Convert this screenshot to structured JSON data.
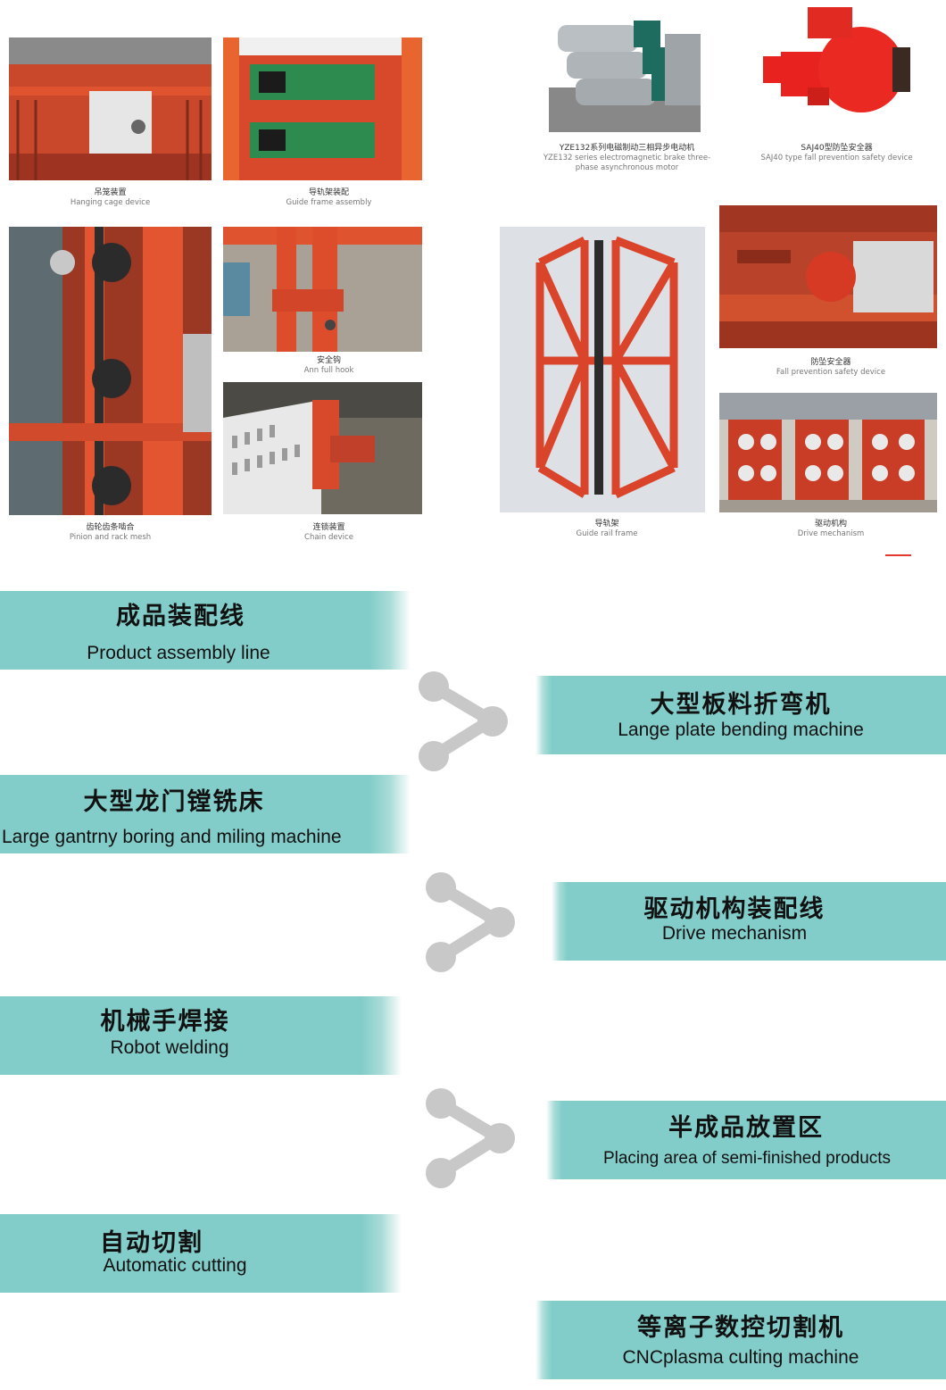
{
  "photos": [
    {
      "cn": "吊笼装置",
      "en": "Hanging cage device"
    },
    {
      "cn": "导轨架装配",
      "en": "Guide frame assembly"
    },
    {
      "cn": "安全钩",
      "en": "Ann full hook"
    },
    {
      "cn": "齿轮齿条啮合",
      "en": "Pinion and rack mesh"
    },
    {
      "cn": "连锁装置",
      "en": "Chain device"
    },
    {
      "cn": "YZE132系列电磁制动三相异步电动机",
      "en": "YZE132 series electromagnetic brake three-phase asynchronous motor"
    },
    {
      "cn": "SAJ40型防坠安全器",
      "en": "SAJ40 type fall prevention safety device"
    },
    {
      "cn": "导轨架",
      "en": "Guide rail frame"
    },
    {
      "cn": "防坠安全器",
      "en": "Fall prevention safety device"
    },
    {
      "cn": "驱动机构",
      "en": "Drive mechanism"
    }
  ],
  "process": [
    {
      "cn": "成品装配线",
      "en": "Product assembly line"
    },
    {
      "cn": "大型板料折弯机",
      "en": "Lange plate bending machine"
    },
    {
      "cn": "大型龙门镗铣床",
      "en": "Large gantrny boring and miling machine"
    },
    {
      "cn": "驱动机构装配线",
      "en": "Drive mechanism"
    },
    {
      "cn": "机械手焊接",
      "en": "Robot welding"
    },
    {
      "cn": "半成品放置区",
      "en": "Placing area of semi-finished products"
    },
    {
      "cn": "自动切割",
      "en": "Automatic cutting"
    },
    {
      "cn": "等离子数控切割机",
      "en": "CNCplasma culting machine"
    }
  ],
  "colors": {
    "band": "#82cdc9",
    "connector": "#c8c8c8",
    "frame": "#d9442a"
  }
}
